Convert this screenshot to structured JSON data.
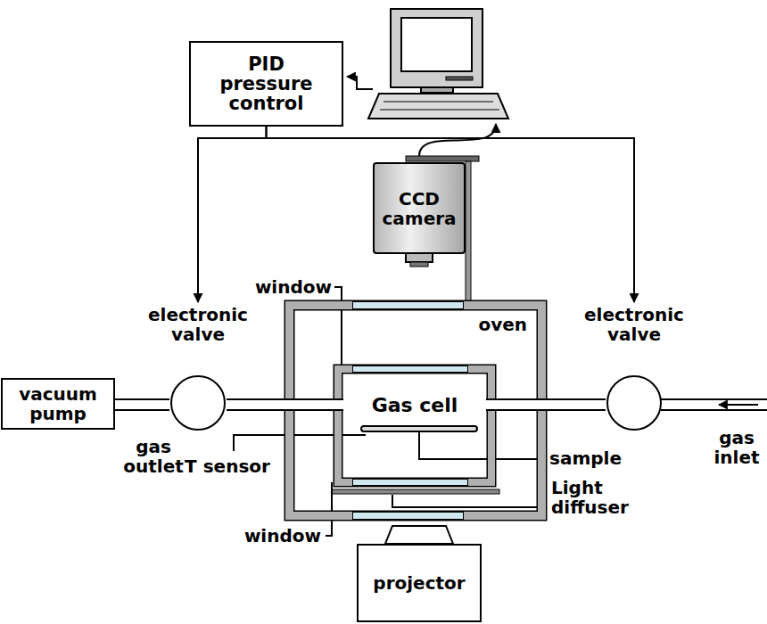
{
  "diagram": {
    "nodes": [
      {
        "text": [
          "PID pressure control"
        ]
      },
      {
        "text": [
          "CCD camera"
        ]
      },
      {
        "text": [
          "electronic valve"
        ]
      },
      {
        "text": [
          "vacuum pump"
        ]
      },
      {
        "text": [
          "oven"
        ]
      },
      {
        "text": [
          "Gas cell"
        ],
        "in": 4
      },
      {
        "text": [
          "electronic valve"
        ]
      },
      {
        "text": [
          "projector"
        ]
      }
    ],
    "edges": [
      {
        "from": 0,
        "to": 2,
        "arrow": "to"
      },
      {
        "from": 0,
        "to": 6,
        "arrow": "to"
      },
      {
        "from": 3,
        "to": 2,
        "arrow": "none"
      },
      {
        "from": 2,
        "to": 5,
        "arrow": "none"
      },
      {
        "from": 5,
        "to": 6,
        "arrow": "none"
      }
    ],
    "labels": [
      "window",
      "gas outlet",
      "T sensor",
      "window",
      "sample",
      "Light diffuser",
      "gas inlet"
    ]
  }
}
